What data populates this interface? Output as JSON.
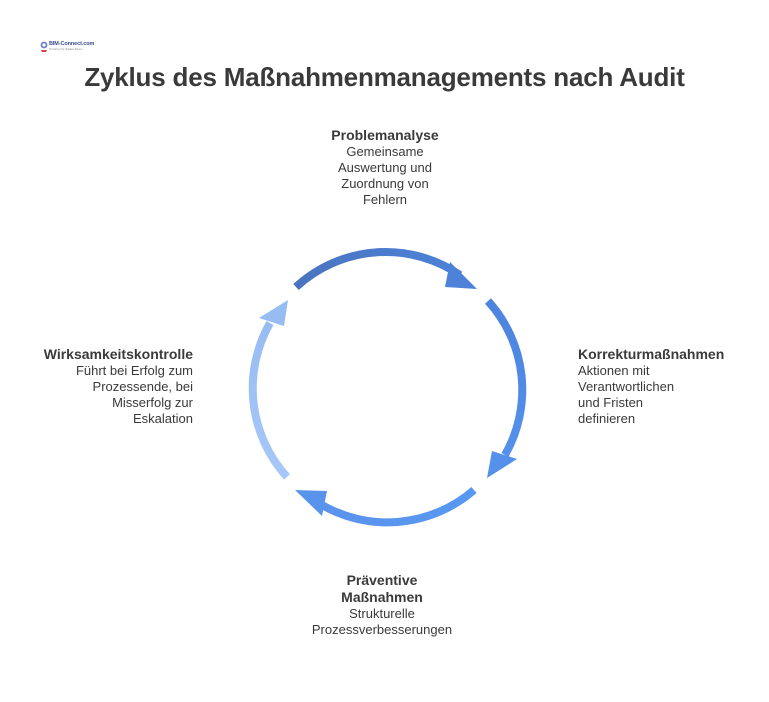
{
  "logo": {
    "text": "BIM-Connect.com",
    "tagline": "Ihr Partner für digitales Bauen"
  },
  "title": "Zyklus des Maßnahmenmanagements nach Audit",
  "nodes": {
    "top": {
      "heading": "Problemanalyse",
      "lines": [
        "Gemeinsame",
        "Auswertung und",
        "Zuordnung von",
        "Fehlern"
      ]
    },
    "right": {
      "heading": "Korrekturmaßnahmen",
      "lines": [
        "Aktionen mit",
        "Verantwortlichen",
        "und Fristen",
        "definieren"
      ]
    },
    "bottom": {
      "heading_lines": [
        "Präventive",
        "Maßnahmen"
      ],
      "lines": [
        "Strukturelle",
        "Prozessverbesserungen"
      ]
    },
    "left": {
      "heading": "Wirksamkeitskontrolle",
      "lines": [
        "Führt bei Erfolg zum",
        "Prozessende, bei",
        "Misserfolg zur",
        "Eskalation"
      ]
    }
  },
  "colors": {
    "arrow_top": "#4a7cc9",
    "arrow_right": "#4e86e0",
    "arrow_bottom": "#5a95ef",
    "arrow_left": "#9dc1f7",
    "text": "#3a3a3a"
  }
}
